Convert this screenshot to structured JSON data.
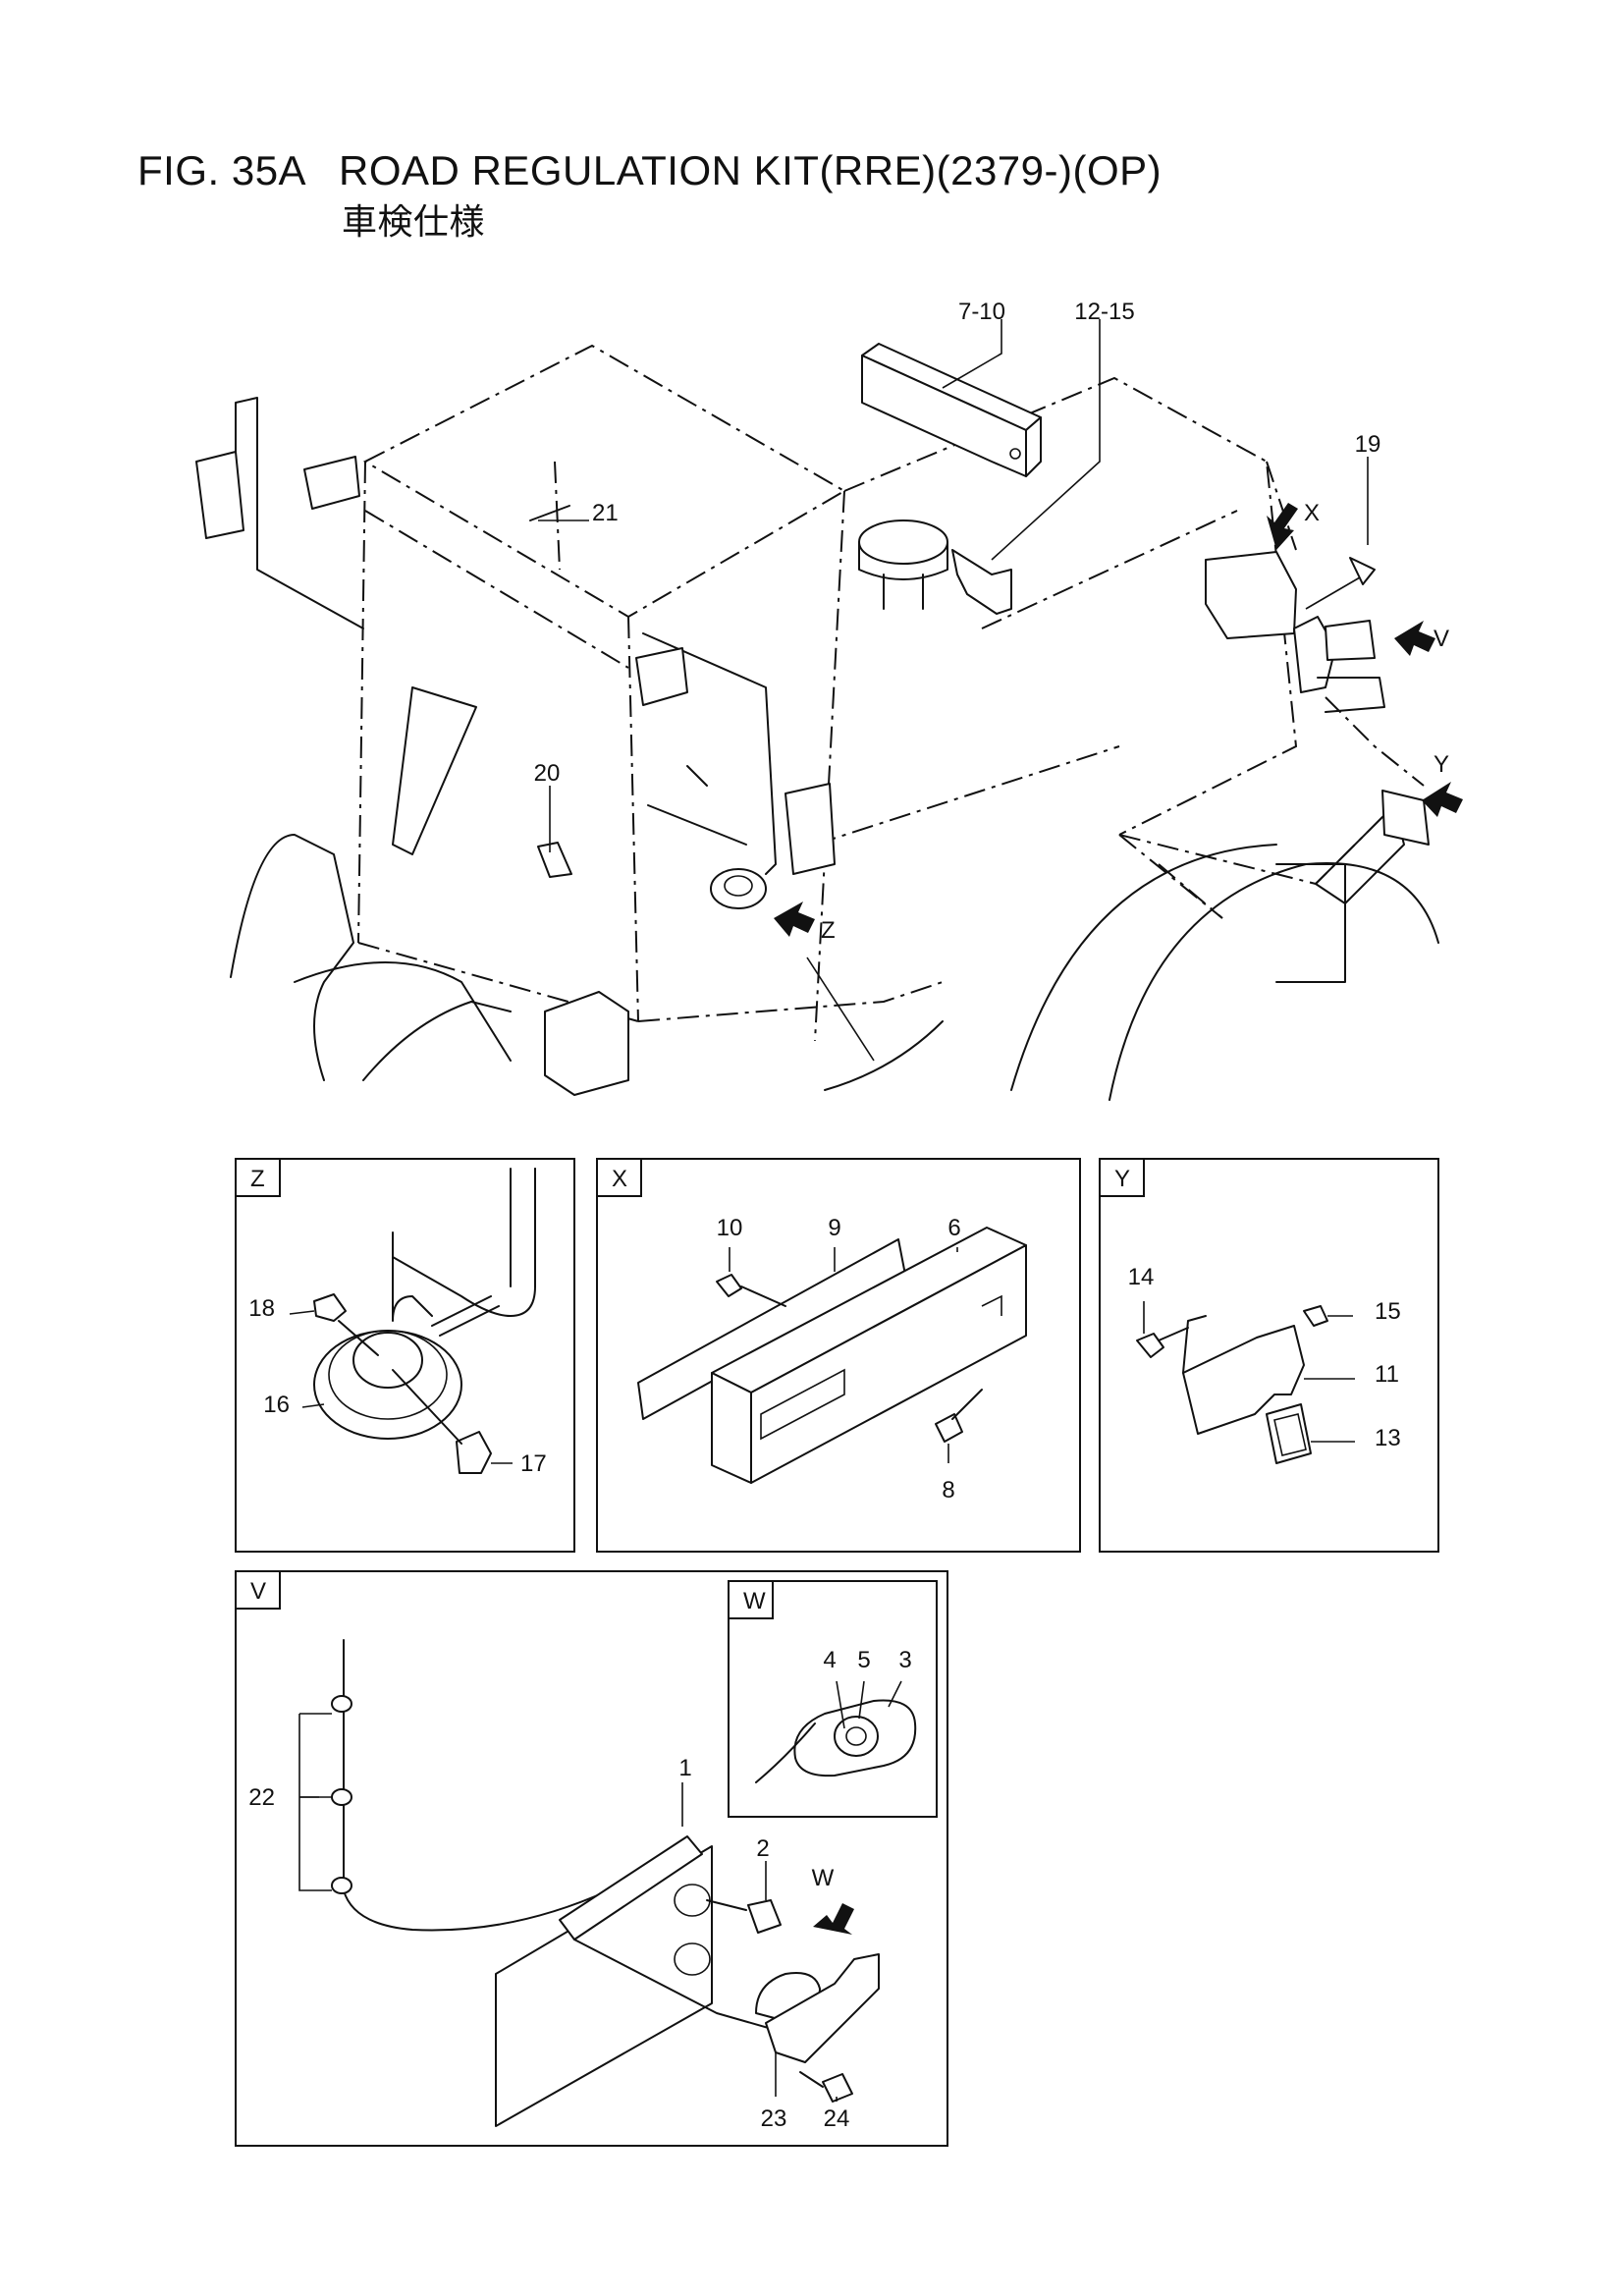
{
  "header": {
    "fig_code": "FIG. 35A",
    "fig_title": "ROAD REGULATION KIT(RRE)(2379-)(OP)",
    "subtitle_jp": "車検仕様"
  },
  "main_callouts": {
    "c7_10": "7-10",
    "c12_15": "12-15",
    "c19": "19",
    "c21": "21",
    "c20": "20",
    "view_x": "X",
    "view_v": "V",
    "view_y": "Y",
    "view_z": "Z"
  },
  "panel_z": {
    "tag": "Z",
    "c16": "16",
    "c17": "17",
    "c18": "18"
  },
  "panel_x": {
    "tag": "X",
    "c6": "6",
    "c8": "8",
    "c9": "9",
    "c10": "10"
  },
  "panel_y": {
    "tag": "Y",
    "c11": "11",
    "c13": "13",
    "c14": "14",
    "c15": "15"
  },
  "panel_v": {
    "tag": "V",
    "c1": "1",
    "c2": "2",
    "c22": "22",
    "c23": "23",
    "c24": "24",
    "view_w": "W",
    "inset_w": {
      "tag": "W",
      "c3": "3",
      "c4": "4",
      "c5": "5"
    }
  }
}
